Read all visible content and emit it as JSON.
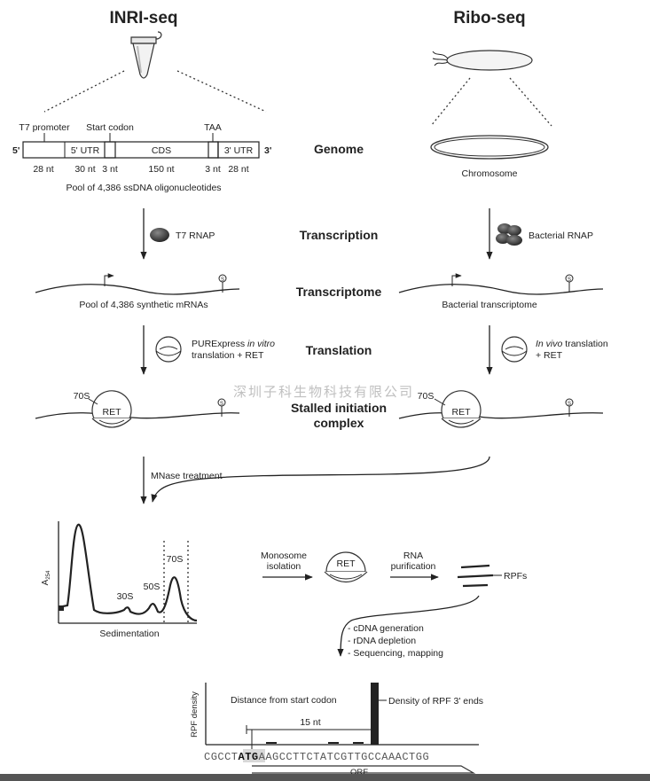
{
  "titles": {
    "left": "INRI-seq",
    "right": "Ribo-seq"
  },
  "stages": {
    "genome": "Genome",
    "transcription": "Transcription",
    "transcriptome": "Transcriptome",
    "translation": "Translation",
    "stalled_1": "Stalled initiation",
    "stalled_2": "complex"
  },
  "construct": {
    "end5": "5'",
    "end3": "3'",
    "t7_promoter": "T7 promoter",
    "start_codon": "Start codon",
    "taa": "TAA",
    "utr5": "5' UTR",
    "cds": "CDS",
    "utr3": "3' UTR",
    "len_t7": "28 nt",
    "len_utr5": "30 nt",
    "len_start": "3 nt",
    "len_cds": "150 nt",
    "len_stop": "3 nt",
    "len_utr3": "28 nt",
    "pool": "Pool of 4,386 ssDNA oligonucleotides"
  },
  "chromosome": "Chromosome",
  "t7_rnap": "T7 RNAP",
  "bacterial_rnap": "Bacterial RNAP",
  "synthetic_mrnas": "Pool of 4,386 synthetic mRNAs",
  "bacterial_transcriptome": "Bacterial transcriptome",
  "purexpress_1a": "PURExpress ",
  "purexpress_1b": "in vitro",
  "purexpress_2": "translation + RET",
  "invivo_1a": "In vivo",
  "invivo_1b": " translation",
  "invivo_2": "+ RET",
  "ribosome_70s": "70S",
  "ret": "RET",
  "terminator_symbol": "S",
  "watermark": "深圳子科生物科技有限公司",
  "mnase": "MNase treatment",
  "profile": {
    "ylabel": "A",
    "ylabel_sub": "254",
    "xlabel": "Sedimentation",
    "peak_30s": "30S",
    "peak_50s": "50S",
    "peak_70s": "70S"
  },
  "monosome_1": "Monosome",
  "monosome_2": "isolation",
  "rna_purif_1": "RNA",
  "rna_purif_2": "purification",
  "rpfs": "RPFs",
  "steps": [
    "- cDNA generation",
    "- rDNA depletion",
    "- Sequencing, mapping"
  ],
  "density": {
    "ylabel": "RPF density",
    "distance": "Distance from start codon",
    "nt": "15 nt",
    "rpf_ends": "Density of RPF 3' ends",
    "seq_pre": "CGCCT",
    "seq_atg": "ATG",
    "seq_post": "AAGCCTTCTATCGTTGCCAAACTGG",
    "orf": "ORF"
  }
}
